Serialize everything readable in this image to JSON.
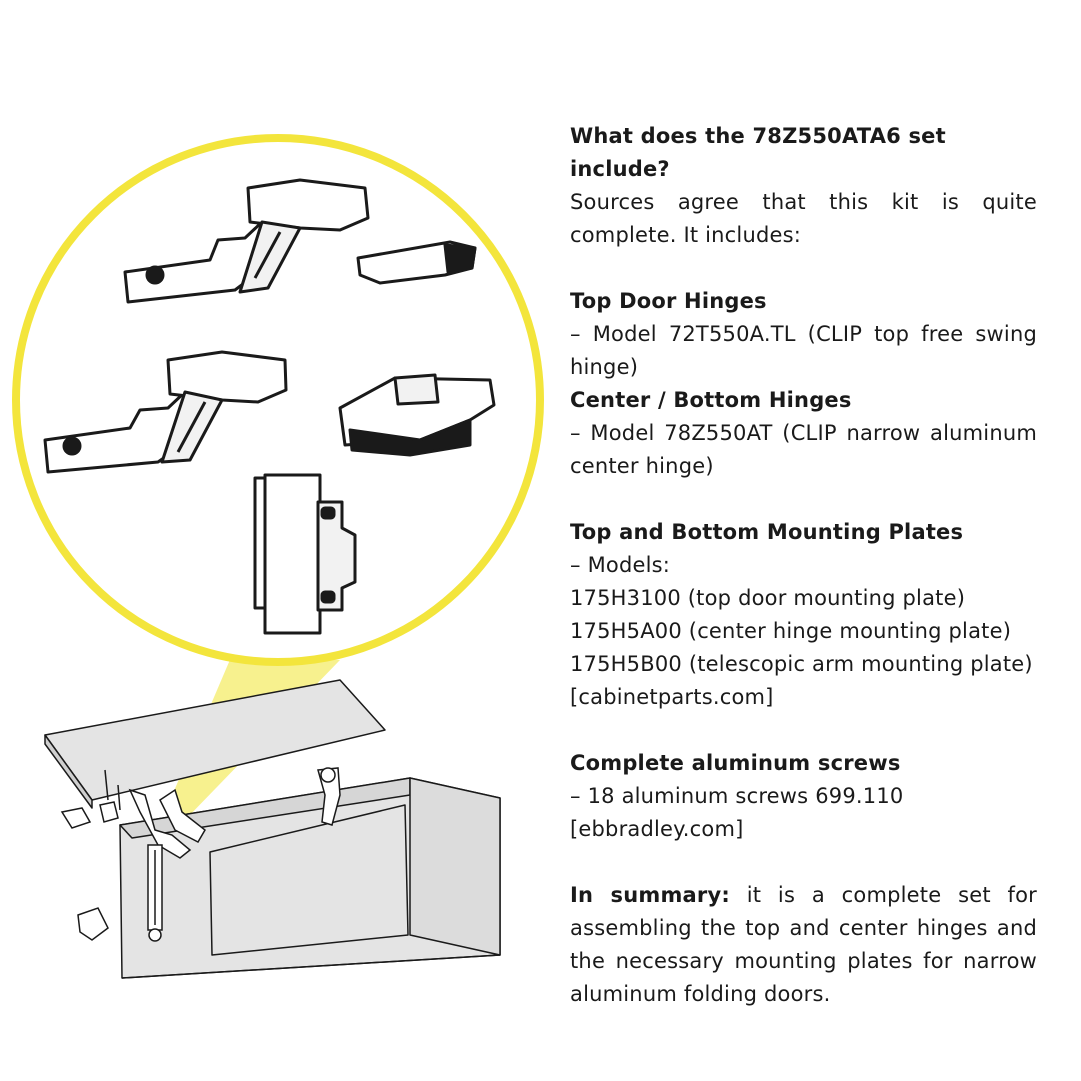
{
  "intro": {
    "question": "What does the 78Z550ATA6 set include?",
    "text": "Sources agree that this kit is quite complete. It includes:"
  },
  "top_hinges": {
    "heading": "Top Door Hinges",
    "text": "– Model 72T550A.TL (CLIP top free swing hinge)"
  },
  "center_hinges": {
    "heading": "Center / Bottom Hinges",
    "text": "– Model 78Z550AT (CLIP narrow aluminum center hinge)"
  },
  "plates": {
    "heading": "Top and Bottom Mounting Plates",
    "lines": [
      "– Models:",
      "175H3100 (top door mounting plate)",
      "175H5A00 (center hinge mounting plate)",
      "175H5B00 (telescopic arm mounting plate)",
      "[cabinetparts.com]"
    ]
  },
  "screws": {
    "heading": "Complete aluminum screws",
    "lines": [
      "– 18 aluminum screws 699.110",
      "[ebbradley.com]"
    ]
  },
  "summary": {
    "label": "In summary:",
    "text": " it is a complete set for assembling the top and center hinges and the necessary mounting plates for narrow aluminum folding doors."
  },
  "colors": {
    "accent_yellow": "#f3e53c",
    "beam_yellow": "#f6ee7a",
    "cabinet_gray": "#e4e4e4",
    "line": "#1a1a1a"
  }
}
